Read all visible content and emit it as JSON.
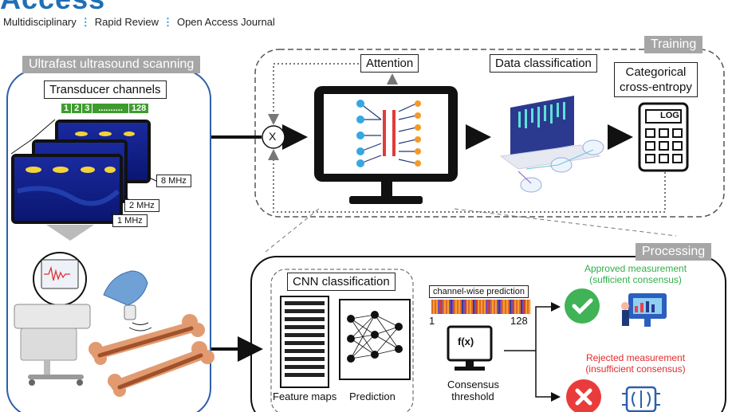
{
  "header": {
    "logo_partial": "Access",
    "tagline_items": [
      "Multidisciplinary",
      "Rapid Review",
      "Open Access Journal"
    ]
  },
  "scanning": {
    "title": "Ultrafast ultrasound scanning",
    "transducer_label": "Transducer channels",
    "channel_strip": [
      "1",
      "2",
      "3",
      "..........",
      "128"
    ],
    "frequencies": [
      "8 MHz",
      "2 MHz",
      "1 MHz"
    ]
  },
  "training": {
    "title": "Training",
    "attention_label": "Attention",
    "classification_label": "Data classification",
    "loss_label_line1": "Categorical",
    "loss_label_line2": "cross-entropy",
    "multiply_symbol": "X",
    "log_key": "LOG"
  },
  "processing": {
    "title": "Processing",
    "cnn_label": "CNN classification",
    "feature_maps_label": "Feature maps",
    "prediction_label": "Prediction",
    "channel_pred_label": "channel-wise prediction",
    "channel_start": "1",
    "channel_end": "128",
    "fx_label": "f(x)",
    "consensus_line1": "Consensus",
    "consensus_line2": "threshold",
    "approved_line1": "Approved measurement",
    "approved_line2": "(sufficient consensus)",
    "rejected_line1": "Rejected measurement",
    "rejected_line2": "(insufficient consensus)"
  },
  "colors": {
    "approved": "#2fb04a",
    "rejected": "#e52b2b",
    "accent_blue": "#2d5fa8",
    "grey_tab": "#a6a6a6"
  }
}
